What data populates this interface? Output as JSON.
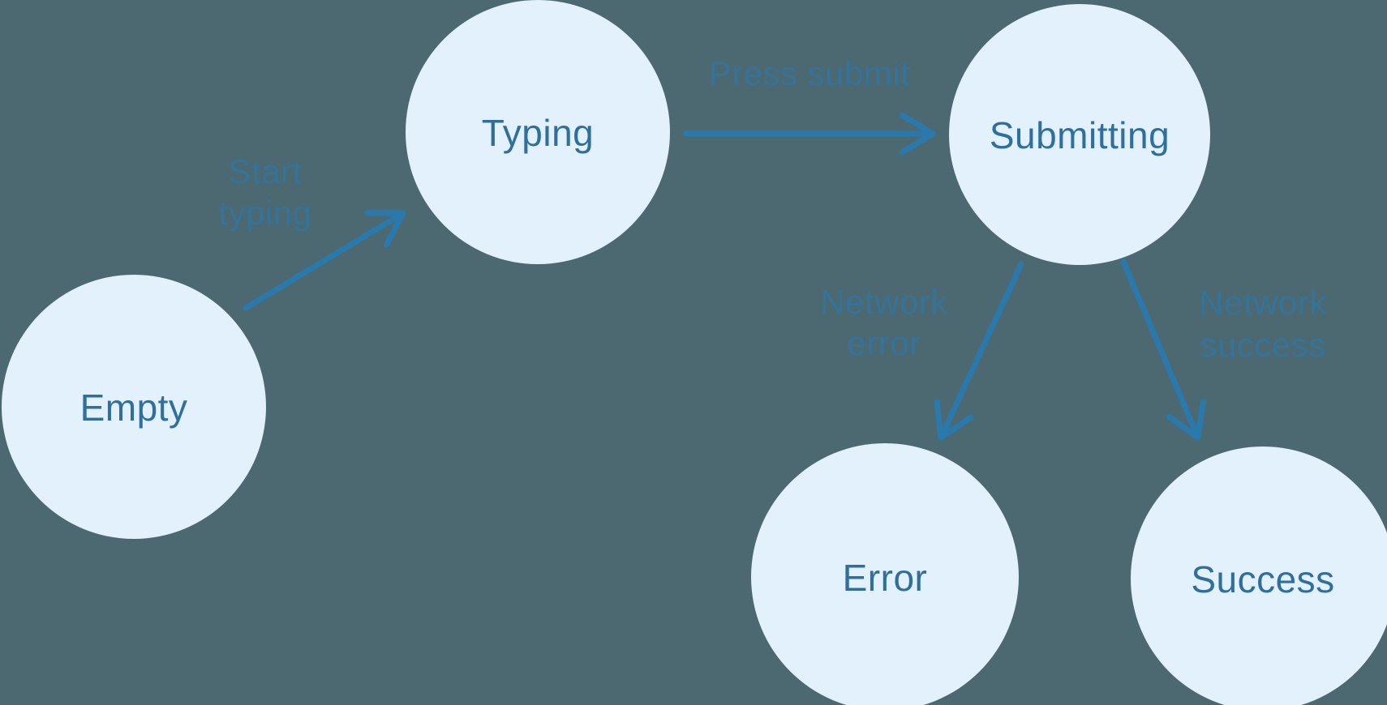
{
  "diagram": {
    "type": "state-machine",
    "states": {
      "empty": {
        "label": "Empty"
      },
      "typing": {
        "label": "Typing"
      },
      "submitting": {
        "label": "Submitting"
      },
      "error": {
        "label": "Error"
      },
      "success": {
        "label": "Success"
      }
    },
    "transitions": {
      "start_typing": {
        "from": "empty",
        "to": "typing",
        "label": "Start typing",
        "label_lines": [
          "Start",
          "typing"
        ]
      },
      "press_submit": {
        "from": "typing",
        "to": "submitting",
        "label": "Press submit",
        "label_lines": [
          "Press submit"
        ]
      },
      "network_error": {
        "from": "submitting",
        "to": "error",
        "label": "Network error",
        "label_lines": [
          "Network",
          "error"
        ]
      },
      "network_success": {
        "from": "submitting",
        "to": "success",
        "label": "Network success",
        "label_lines": [
          "Network",
          "success"
        ]
      }
    },
    "colors": {
      "background": "#4C6870",
      "node_fill": "#E3F1FC",
      "node_label": "#2F6F9E",
      "arrow": "#2A79AC",
      "transition_label_effective": "#3E7497"
    }
  }
}
